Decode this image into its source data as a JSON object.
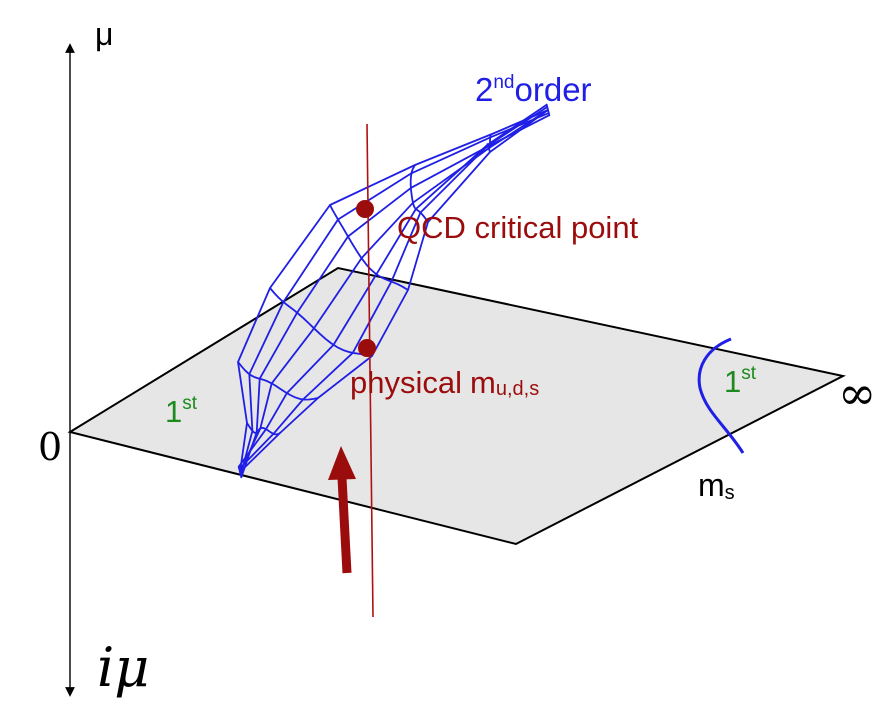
{
  "labels": {
    "mu": "μ",
    "zero": "0",
    "i_mu": "iμ",
    "second_order_base": "2",
    "second_order_sup": "nd",
    "second_order_word": "order",
    "qcd_critical_point": "QCD critical point",
    "physical_word": "physical",
    "physical_m": "m",
    "physical_sub": "u,d,s",
    "first_left_base": "1",
    "first_left_sup": "st",
    "first_right_base": "1",
    "first_right_sup": "st",
    "infinity": "∞",
    "ms_m": "m",
    "ms_sub": "s"
  },
  "colors": {
    "surface": "#1f1fe6",
    "physical": "#9b0d0d",
    "first_order": "#1c8a1c",
    "plane_fill": "#e6e6e6",
    "axis": "#000000"
  }
}
